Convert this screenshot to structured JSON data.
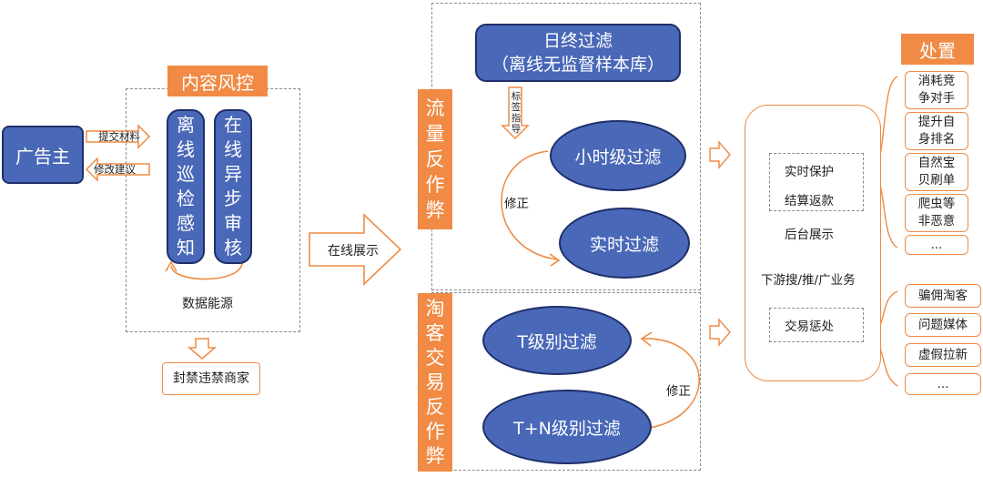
{
  "advertiser": "广告主",
  "arrows": {
    "submit": "提交材料",
    "modify": "修改建议"
  },
  "content_risk": {
    "title": "内容风控",
    "col1": [
      "离",
      "线",
      "巡",
      "检",
      "感",
      "知"
    ],
    "col2": [
      "在",
      "线",
      "异",
      "步",
      "审",
      "核"
    ],
    "data_source": "数据能源"
  },
  "ban_merchant": "封禁违禁商家",
  "online_display": "在线展示",
  "traffic_anti": {
    "side_label": [
      "流",
      "量",
      "反",
      "作",
      "弊"
    ],
    "daily_title_line1": "日终过滤",
    "daily_title_line2": "（离线无监督样本库）",
    "label_guide": [
      "标",
      "签",
      "指",
      "导"
    ],
    "hourly": "小时级过滤",
    "realtime": "实时过滤",
    "correct": "修正"
  },
  "taoke_anti": {
    "side_label": [
      "淘",
      "客",
      "交",
      "易",
      "反",
      "作",
      "弊"
    ],
    "t_filter": "T级别过滤",
    "tn_filter": "T+N级别过滤",
    "correct": "修正"
  },
  "actions_panel": {
    "realtime_protect": "实时保护",
    "settle_refund": "结算返款",
    "backend_display": "后台展示",
    "downstream": "下游搜/推/广业务",
    "trade_penalty": "交易惩处"
  },
  "disposal": {
    "title": "处置",
    "group1": [
      "消耗竞\n争对手",
      "提升自\n身排名",
      "自然宝\n贝刷单",
      "爬虫等\n非恶意",
      "..."
    ],
    "group2": [
      "骗佣淘客",
      "问题媒体",
      "虚假拉新",
      "..."
    ]
  },
  "colors": {
    "blue": "#4a68b8",
    "orange": "#f08a44",
    "dark_outline": "#1f2f6b"
  }
}
